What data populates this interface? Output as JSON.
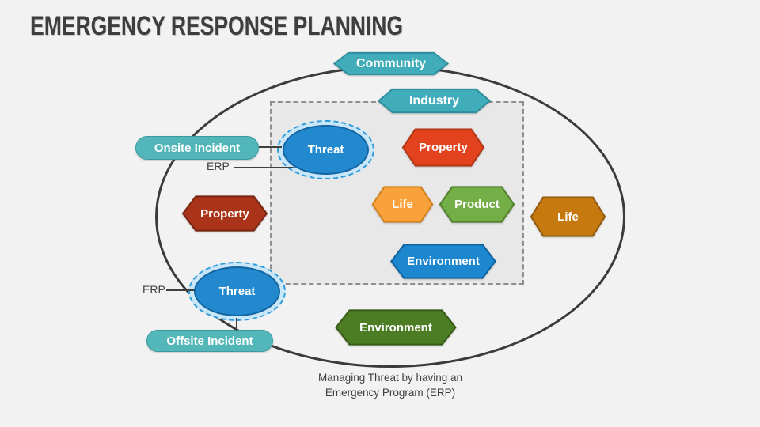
{
  "title": "EMERGENCY RESPONSE PLANNING",
  "labels": {
    "community": "Community",
    "industry": "Industry",
    "onsite_incident": "Onsite Incident",
    "offsite_incident": "Offsite Incident",
    "threat_onsite": "Threat",
    "threat_offsite": "Threat",
    "erp_onsite": "ERP",
    "erp_offsite": "ERP",
    "property_industry": "Property",
    "life_industry": "Life",
    "product_industry": "Product",
    "environment_industry": "Environment",
    "property_community": "Property",
    "life_community": "Life",
    "environment_community": "Environment"
  },
  "caption": {
    "line1": "Managing Threat by having an",
    "line2": "Emergency Program (ERP)"
  },
  "colors": {
    "background": "#F2F2F2",
    "title_text": "#3E3E3E",
    "community_boundary_line": "#3B3B3B",
    "industry_box_fill": "#E8E8E8",
    "industry_box_border": "#8F8F8F",
    "teal_label_fill": "#41ADBA",
    "teal_label_border": "#2D8E9D",
    "incident_pill_fill": "#53B7BA",
    "threat_fill": "#2289CF",
    "threat_border": "#1565A0",
    "threat_halo_fill": "#C9E7F8",
    "threat_halo_dash": "#2F9BD9",
    "property_industry_fill": "#E2421D",
    "property_community_fill": "#A93419",
    "life_industry_fill": "#F9A13A",
    "life_community_fill": "#C6790F",
    "product_fill": "#73AE46",
    "environment_industry_fill": "#1C86CE",
    "environment_community_fill": "#4C7D24",
    "connector_line": "#3F3F3F",
    "shape_text": "#FFFFFF"
  }
}
